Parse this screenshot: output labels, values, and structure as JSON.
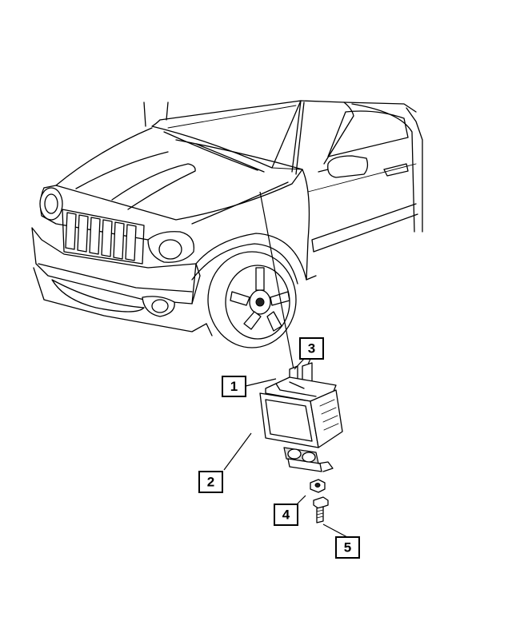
{
  "callouts": [
    {
      "id": "1",
      "label": "1"
    },
    {
      "id": "2",
      "label": "2"
    },
    {
      "id": "3",
      "label": "3"
    },
    {
      "id": "4",
      "label": "4"
    },
    {
      "id": "5",
      "label": "5"
    }
  ],
  "icons": {
    "vehicle": "suv-front-quarter-illustration",
    "module": "abs-control-module-illustration",
    "nut": "hex-nut-illustration",
    "bolt": "bolt-illustration"
  },
  "colors": {
    "line": "#000000",
    "background": "#ffffff"
  }
}
